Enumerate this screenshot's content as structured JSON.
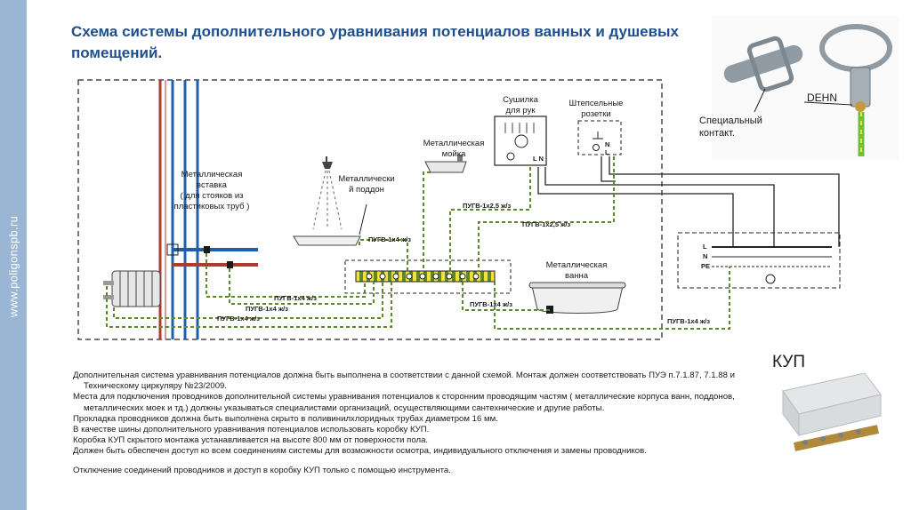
{
  "site": "www.poligonspb.ru",
  "title": "Схема системы дополнительного уравнивания потенциалов ванных и душевых помещений.",
  "labels": {
    "insert_l1": "Металлическая",
    "insert_l2": "вставка",
    "insert_l3": "( для стояков из",
    "insert_l4": "пластиковых труб )",
    "tray_l1": "Металлически",
    "tray_l2": "й поддон",
    "sink_l1": "Металлическая",
    "sink_l2": "мойка",
    "dryer_l1": "Сушилка",
    "dryer_l2": "для рук",
    "sockets_l1": "Штепсельные",
    "sockets_l2": "розетки",
    "bath_l1": "Металлическая",
    "bath_l2": "ванна",
    "special_l1": "Специальный",
    "special_l2": "контакт.",
    "dehn": "DEHN",
    "kup": "КУП"
  },
  "cables": {
    "c1": "ПУГВ-1х4 ж/з",
    "c2": "ПУГВ-1х2,5 ж/з",
    "c3": "ПУГВ-1х2,5 ж/з",
    "c4": "ПУГВ-1х4 ж/з",
    "c5": "ПУГВ-1х4 ж/з",
    "c6": "ПУГВ-1х4 ж/з",
    "c7": "ПУГВ-1х4 ж/з",
    "c8": "ПУГВ-1х4 ж/з"
  },
  "terminals": {
    "l": "L",
    "n": "N",
    "pe": "PE",
    "dryer_ln": "L N",
    "socket_n": "N",
    "socket_l": "L"
  },
  "notes": [
    "Дополнительная система уравнивания потенциалов должна быть выполнена в соответствии с данной схемой. Монтаж должен соответствовать ПУЭ п.7.1.87, 7.1.88 и Техническому циркуляру №23/2009.",
    "Места для подключения проводников дополнительной системы уравнивания потенциалов к сторонним проводящим частям ( металлические корпуса ванн, поддонов, металлических моек и тд.) должны указываться специалистами организаций, осуществляющими сантехнические и другие работы.",
    "Прокладка проводников должна быть выполнена скрыто в поливинилхлоридных трубах диаметром 16 мм.",
    "В качестве шины дополнительного уравнивания потенциалов использовать коробку КУП.",
    "Коробка КУП скрытого монтажа устанавливается на высоте 800 мм от поверхности пола.",
    "Должен быть обеспечен доступ ко всем соединениям системы для возможности осмотра, индивидуального отключения и замены проводников.",
    "Отключение соединений проводников и доступ в коробку КУП только с помощью инструмента."
  ],
  "colors": {
    "title": "#1f4e8c",
    "sidebar": "#9ab6d4",
    "ground_green": "#5a8a2a",
    "ground_yellow": "#f0e040",
    "pipe_blue": "#1f5fa8",
    "pipe_red": "#b03a2e"
  }
}
